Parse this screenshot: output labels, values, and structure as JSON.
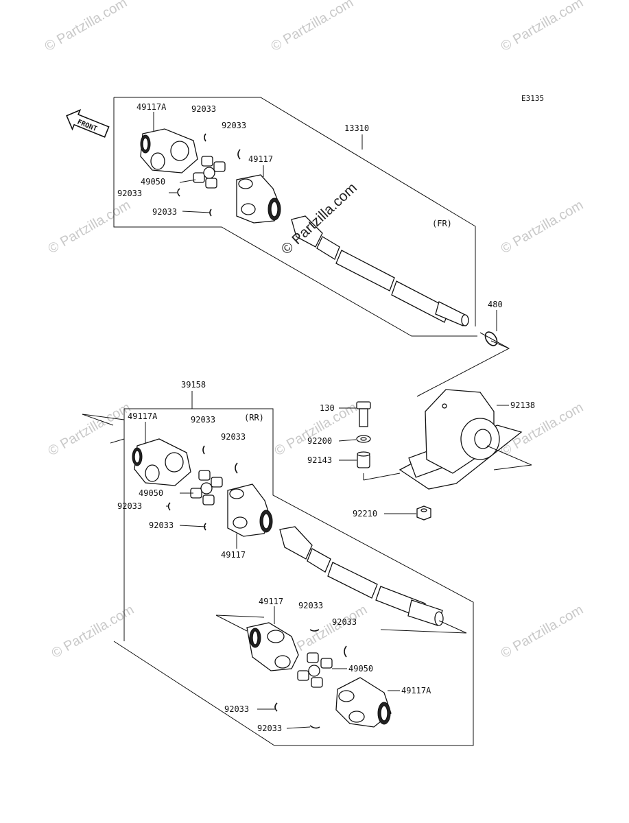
{
  "diagram_code": "E3135",
  "front_label": "FRONT",
  "section_labels": {
    "front": "(FR)",
    "rear": "(RR)"
  },
  "center_watermark": "© Partzilla.com",
  "watermark_text": "© Partzilla.com",
  "parts": {
    "front_yoke_a": "49117A",
    "front_clip_1": "92033",
    "front_clip_2": "92033",
    "front_shaft": "13310",
    "front_yoke": "49117",
    "front_joint": "49050",
    "front_clip_3": "92033",
    "front_clip_4": "92033",
    "circlip": "480",
    "bearing_housing": "92138",
    "rear_shaft": "39158",
    "bolt": "130",
    "washer": "92200",
    "collar": "92143",
    "nut": "92210",
    "rear_yoke_a": "49117A",
    "rear_clip_1": "92033",
    "rear_clip_2": "92033",
    "rear_joint": "49050",
    "rear_clip_3": "92033",
    "rear_clip_4": "92033",
    "rear_yoke": "49117",
    "rear2_yoke": "49117",
    "rear2_clip_1": "92033",
    "rear2_clip_2": "92033",
    "rear2_joint": "49050",
    "rear2_yoke_a": "49117A",
    "rear2_clip_3": "92033",
    "rear2_clip_4": "92033"
  }
}
